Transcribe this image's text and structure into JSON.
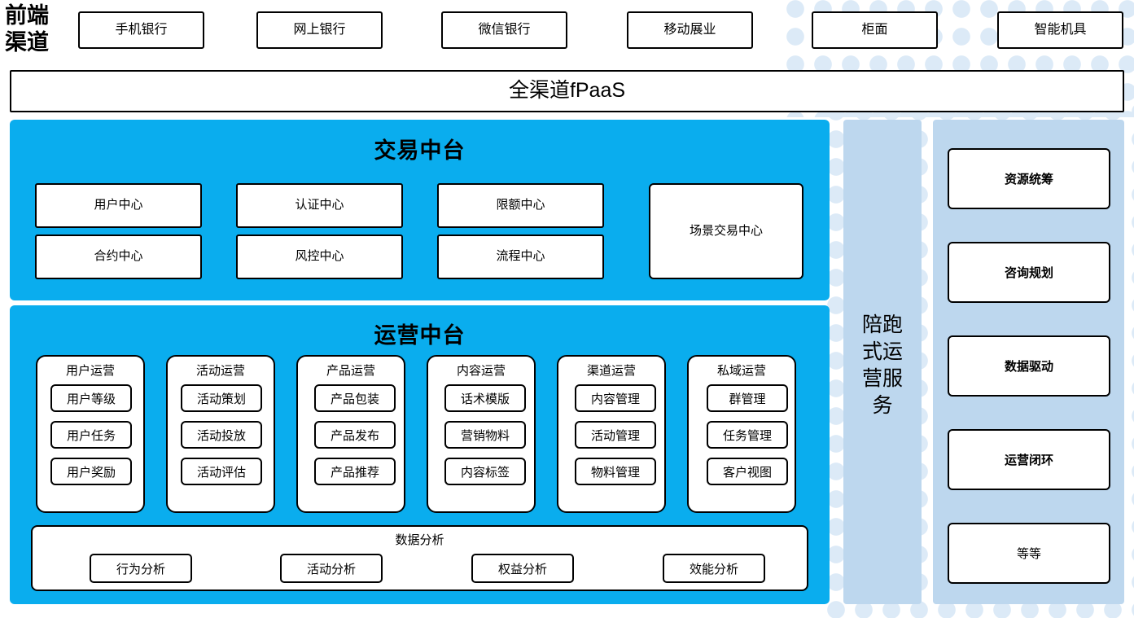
{
  "colors": {
    "panel_blue": "#0AADEE",
    "light_blue": "#BDD7EE",
    "dot_blue": "#DCEAF7",
    "border": "#000000",
    "box_fill": "#FFFFFF"
  },
  "header": {
    "frontend_label": "前端\n渠道",
    "frontend_label_line1": "前端",
    "frontend_label_line2": "渠道",
    "channels": [
      {
        "label": "手机银行"
      },
      {
        "label": "网上银行"
      },
      {
        "label": "微信银行"
      },
      {
        "label": "移动展业"
      },
      {
        "label": "柜面"
      },
      {
        "label": "智能机具"
      }
    ],
    "fpaas_bar": "全渠道fPaaS"
  },
  "trade_platform": {
    "title": "交易中台",
    "boxes": [
      {
        "label": "用户中心"
      },
      {
        "label": "认证中心"
      },
      {
        "label": "限额中心"
      },
      {
        "label": "合约中心"
      },
      {
        "label": "风控中心"
      },
      {
        "label": "流程中心"
      }
    ],
    "scene_box": "场景交易中心"
  },
  "ops_platform": {
    "title": "运营中台",
    "groups": [
      {
        "title": "用户运营",
        "items": [
          "用户等级",
          "用户任务",
          "用户奖励"
        ]
      },
      {
        "title": "活动运营",
        "items": [
          "活动策划",
          "活动投放",
          "活动评估"
        ]
      },
      {
        "title": "产品运营",
        "items": [
          "产品包装",
          "产品发布",
          "产品推荐"
        ]
      },
      {
        "title": "内容运营",
        "items": [
          "话术模版",
          "营销物料",
          "内容标签"
        ]
      },
      {
        "title": "渠道运营",
        "items": [
          "内容管理",
          "活动管理",
          "物料管理"
        ]
      },
      {
        "title": "私域运营",
        "items": [
          "群管理",
          "任务管理",
          "客户视图"
        ]
      }
    ],
    "data_analysis": {
      "title": "数据分析",
      "items": [
        "行为分析",
        "活动分析",
        "权益分析",
        "效能分析"
      ]
    }
  },
  "accompany_service": {
    "label": "陪跑式运营服务"
  },
  "service_column": {
    "cards": [
      {
        "label": "资源统筹",
        "bold": true
      },
      {
        "label": "咨询规划",
        "bold": true
      },
      {
        "label": "数据驱动",
        "bold": true
      },
      {
        "label": "运营闭环",
        "bold": true
      },
      {
        "label": "等等",
        "bold": false
      }
    ]
  }
}
